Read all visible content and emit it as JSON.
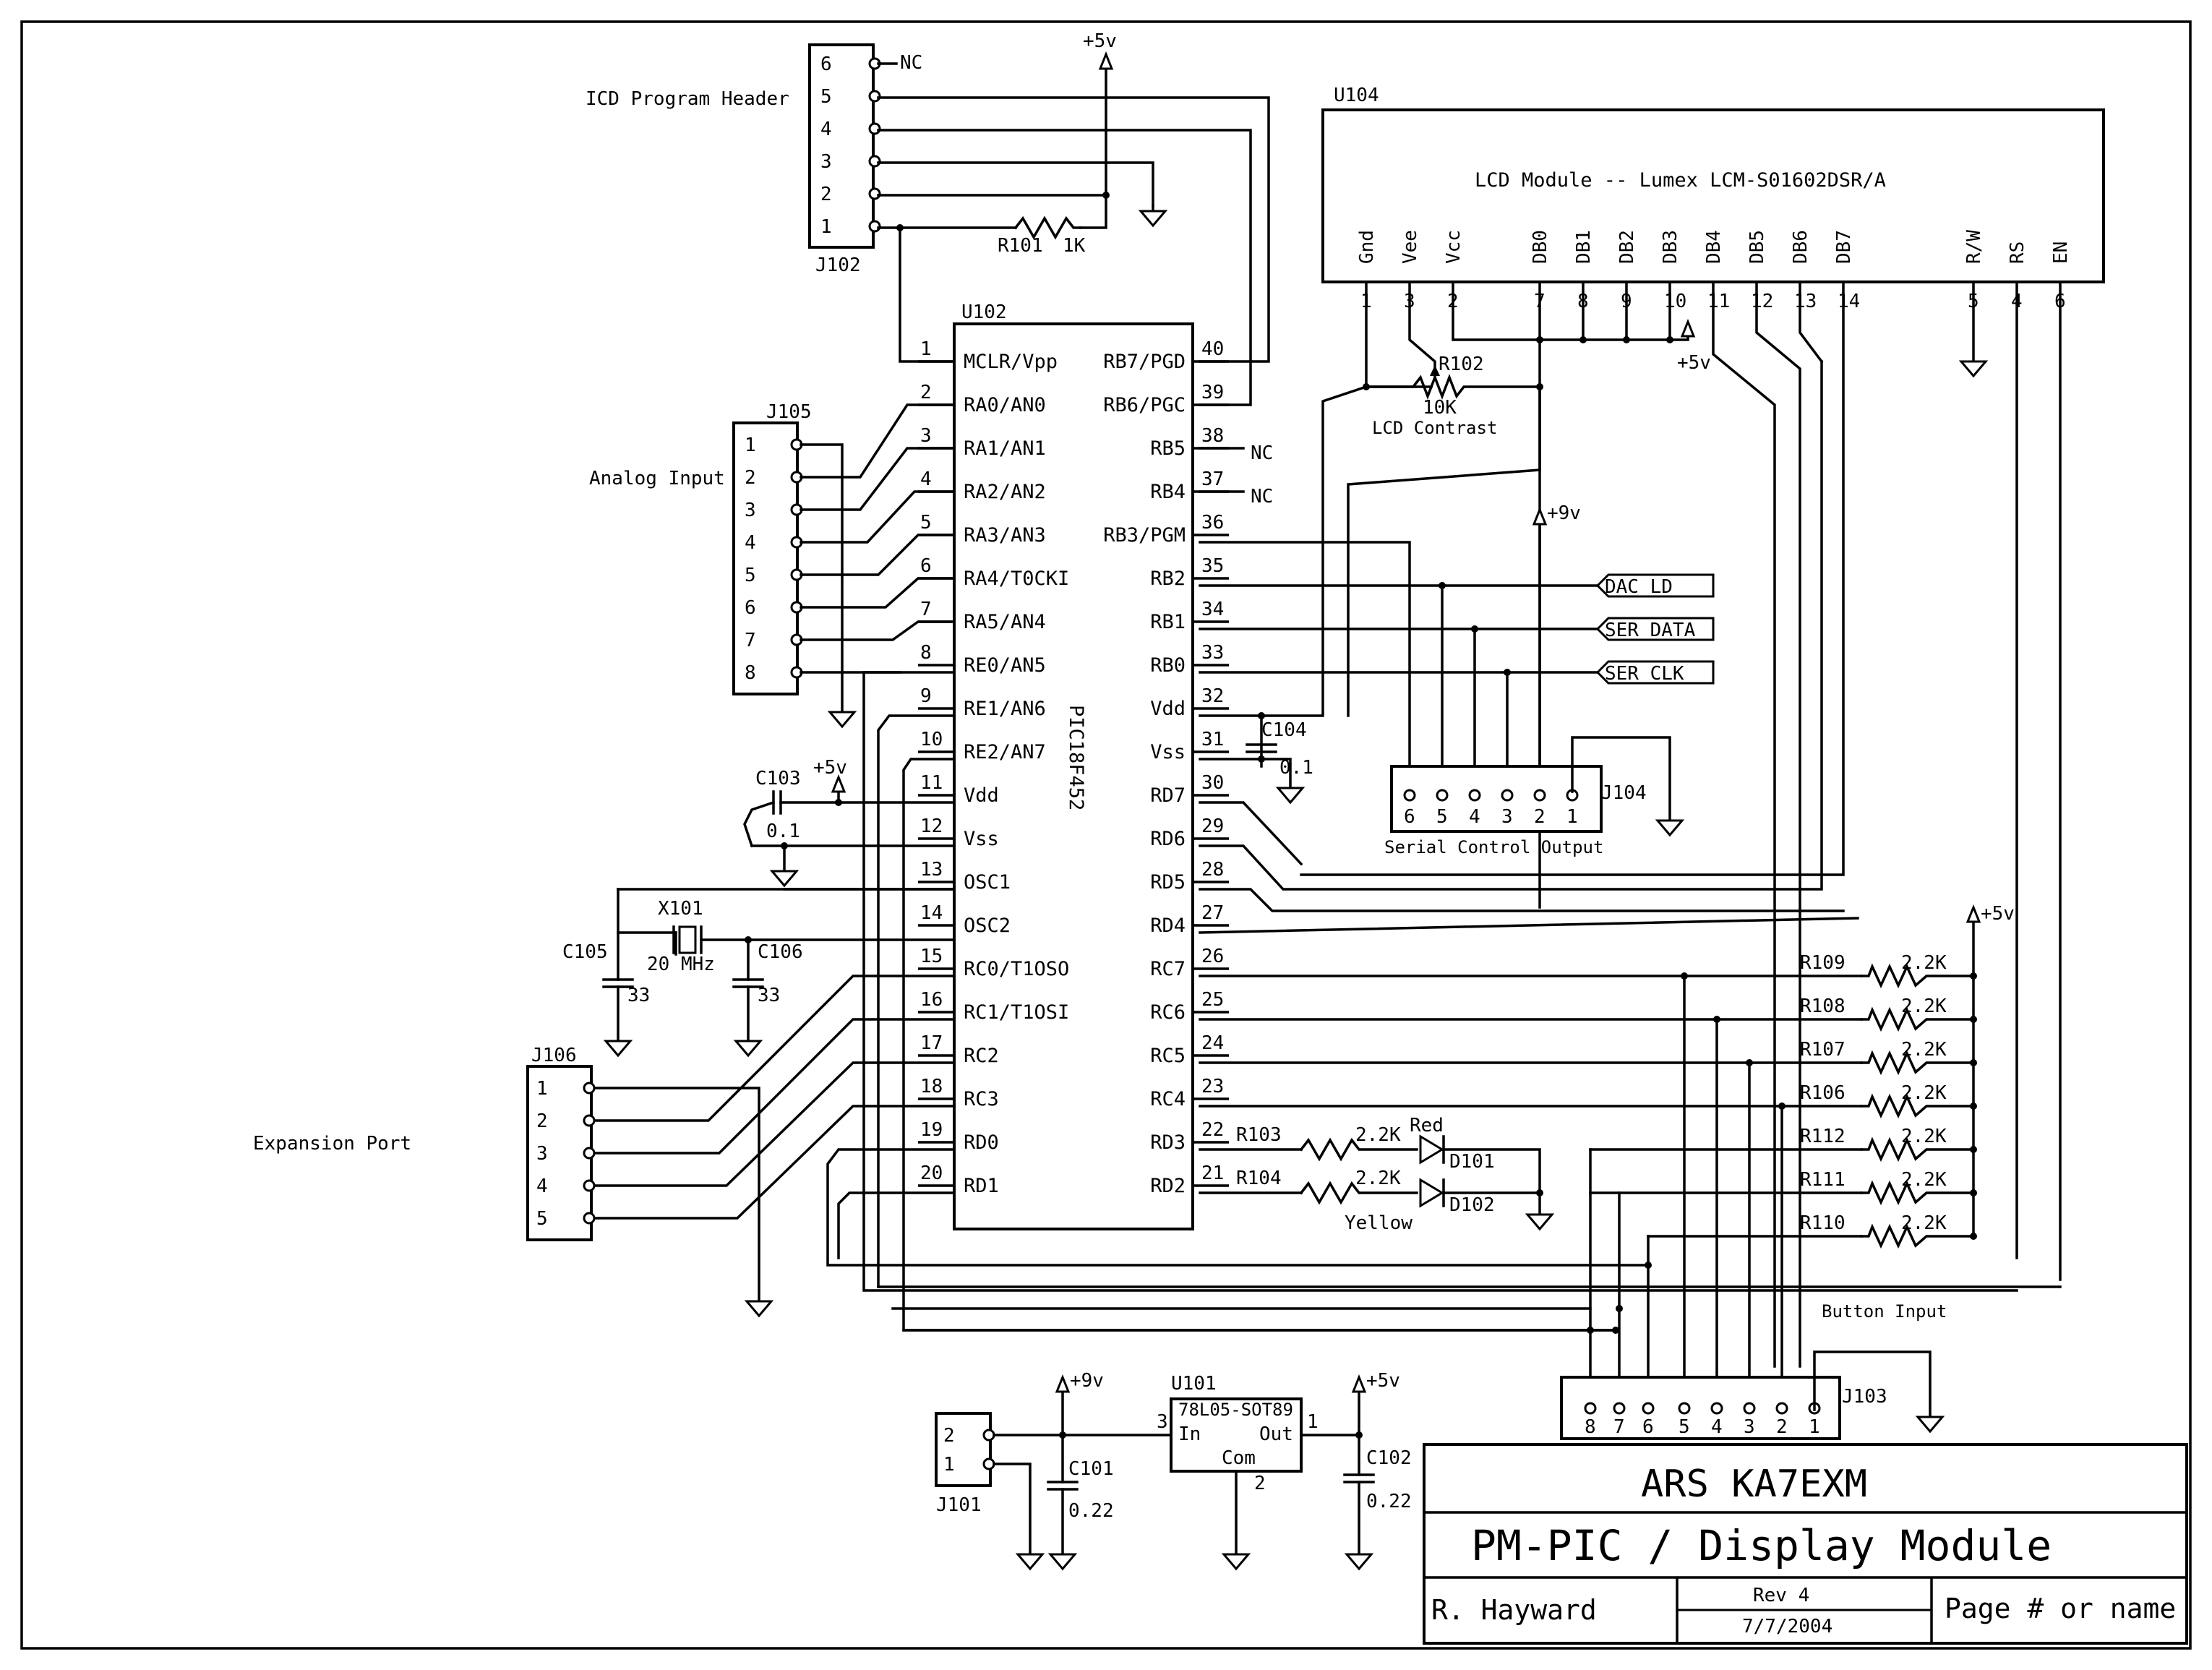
{
  "schematic": {
    "parts": {
      "j102": {
        "ref": "J102",
        "title": "ICD Program Header",
        "pins": [
          "6",
          "5",
          "4",
          "3",
          "2",
          "1"
        ],
        "nc": "NC"
      },
      "u104": {
        "ref": "U104",
        "title": "LCD Module -- Lumex LCM-S01602DSR/A",
        "pins": [
          {
            "name": "Gnd",
            "num": "1"
          },
          {
            "name": "Vee",
            "num": "3"
          },
          {
            "name": "Vcc",
            "num": "2"
          },
          {
            "name": "DB0",
            "num": "7"
          },
          {
            "name": "DB1",
            "num": "8"
          },
          {
            "name": "DB2",
            "num": "9"
          },
          {
            "name": "DB3",
            "num": "10"
          },
          {
            "name": "DB4",
            "num": "11"
          },
          {
            "name": "DB5",
            "num": "12"
          },
          {
            "name": "DB6",
            "num": "13"
          },
          {
            "name": "DB7",
            "num": "14"
          },
          {
            "name": "R/W",
            "num": "5"
          },
          {
            "name": "RS",
            "num": "4"
          },
          {
            "name": "EN",
            "num": "6"
          }
        ]
      },
      "u102": {
        "ref": "U102",
        "part": "PIC18F452",
        "left": [
          {
            "num": "1",
            "name": "MCLR/Vpp"
          },
          {
            "num": "2",
            "name": "RA0/AN0"
          },
          {
            "num": "3",
            "name": "RA1/AN1"
          },
          {
            "num": "4",
            "name": "RA2/AN2"
          },
          {
            "num": "5",
            "name": "RA3/AN3"
          },
          {
            "num": "6",
            "name": "RA4/T0CKI"
          },
          {
            "num": "7",
            "name": "RA5/AN4"
          },
          {
            "num": "8",
            "name": "RE0/AN5"
          },
          {
            "num": "9",
            "name": "RE1/AN6"
          },
          {
            "num": "10",
            "name": "RE2/AN7"
          },
          {
            "num": "11",
            "name": "Vdd"
          },
          {
            "num": "12",
            "name": "Vss"
          },
          {
            "num": "13",
            "name": "OSC1"
          },
          {
            "num": "14",
            "name": "OSC2"
          },
          {
            "num": "15",
            "name": "RC0/T1OSO"
          },
          {
            "num": "16",
            "name": "RC1/T1OSI"
          },
          {
            "num": "17",
            "name": "RC2"
          },
          {
            "num": "18",
            "name": "RC3"
          },
          {
            "num": "19",
            "name": "RD0"
          },
          {
            "num": "20",
            "name": "RD1"
          }
        ],
        "right": [
          {
            "num": "40",
            "name": "RB7/PGD"
          },
          {
            "num": "39",
            "name": "RB6/PGC"
          },
          {
            "num": "38",
            "name": "RB5"
          },
          {
            "num": "37",
            "name": "RB4"
          },
          {
            "num": "36",
            "name": "RB3/PGM"
          },
          {
            "num": "35",
            "name": "RB2"
          },
          {
            "num": "34",
            "name": "RB1"
          },
          {
            "num": "33",
            "name": "RB0"
          },
          {
            "num": "32",
            "name": "Vdd"
          },
          {
            "num": "31",
            "name": "Vss"
          },
          {
            "num": "30",
            "name": "RD7"
          },
          {
            "num": "29",
            "name": "RD6"
          },
          {
            "num": "28",
            "name": "RD5"
          },
          {
            "num": "27",
            "name": "RD4"
          },
          {
            "num": "26",
            "name": "RC7"
          },
          {
            "num": "25",
            "name": "RC6"
          },
          {
            "num": "24",
            "name": "RC5"
          },
          {
            "num": "23",
            "name": "RC4"
          },
          {
            "num": "22",
            "name": "RD3"
          },
          {
            "num": "21",
            "name": "RD2"
          }
        ]
      },
      "j105": {
        "ref": "J105",
        "title": "Analog Input",
        "pins": [
          "1",
          "2",
          "3",
          "4",
          "5",
          "6",
          "7",
          "8"
        ]
      },
      "j106": {
        "ref": "J106",
        "title": "Expansion Port",
        "pins": [
          "1",
          "2",
          "3",
          "4",
          "5"
        ]
      },
      "j104": {
        "ref": "J104",
        "title": "Serial Control Output",
        "pins": [
          "6",
          "5",
          "4",
          "3",
          "2",
          "1"
        ]
      },
      "j103": {
        "ref": "J103",
        "title": "Button Input",
        "pins": [
          "8",
          "7",
          "6",
          "5",
          "4",
          "3",
          "2",
          "1"
        ]
      },
      "j101": {
        "ref": "J101",
        "pins": [
          "2",
          "1"
        ]
      },
      "u101": {
        "ref": "U101",
        "part": "78L05-SOT89",
        "in": "In",
        "out": "Out",
        "com": "Com",
        "pin_in": "3",
        "pin_out": "1",
        "pin_com": "2"
      }
    },
    "nets": {
      "rb5_nc": "NC",
      "rb4_nc": "NC",
      "dac_ld": "DAC_LD",
      "ser_data": "SER_DATA",
      "ser_clk": "SER_CLK"
    },
    "power": {
      "p5v": "+5v",
      "p9v": "+9v"
    },
    "components": {
      "r101": {
        "ref": "R101",
        "value": "1K"
      },
      "r102": {
        "ref": "R102",
        "value": "10K",
        "note": "LCD Contrast"
      },
      "c103": {
        "ref": "C103",
        "value": "0.1"
      },
      "c104": {
        "ref": "C104",
        "value": "0.1"
      },
      "x101": {
        "ref": "X101",
        "value": "20 MHz"
      },
      "c105": {
        "ref": "C105",
        "value": "33"
      },
      "c106": {
        "ref": "C106",
        "value": "33"
      },
      "r103": {
        "ref": "R103",
        "value": "2.2K"
      },
      "r104": {
        "ref": "R104",
        "value": "2.2K"
      },
      "d101": {
        "ref": "D101",
        "color": "Red"
      },
      "d102": {
        "ref": "D102",
        "color": "Yellow"
      },
      "pullups": [
        {
          "ref": "R109",
          "value": "2.2K"
        },
        {
          "ref": "R108",
          "value": "2.2K"
        },
        {
          "ref": "R107",
          "value": "2.2K"
        },
        {
          "ref": "R106",
          "value": "2.2K"
        },
        {
          "ref": "R112",
          "value": "2.2K"
        },
        {
          "ref": "R111",
          "value": "2.2K"
        },
        {
          "ref": "R110",
          "value": "2.2K"
        }
      ],
      "c101": {
        "ref": "C101",
        "value": "0.22"
      },
      "c102": {
        "ref": "C102",
        "value": "0.22"
      }
    },
    "title_block": {
      "company": "ARS KA7EXM",
      "title": "PM-PIC / Display Module",
      "author": "R. Hayward",
      "rev": "Rev 4",
      "date": "7/7/2004",
      "page": "Page # or name"
    }
  }
}
